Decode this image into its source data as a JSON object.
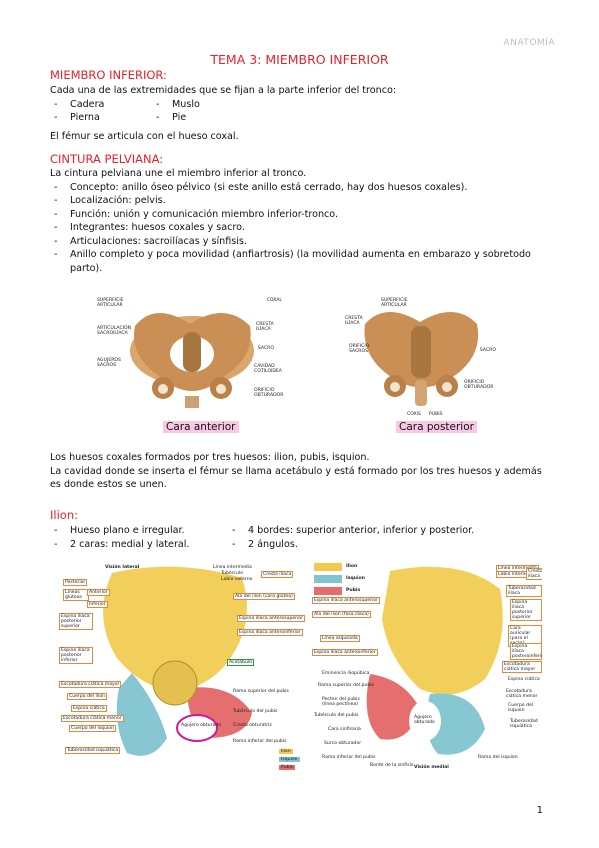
{
  "header": "ANATOMÍA",
  "title": "TEMA 3: MIEMBRO INFERIOR",
  "s1": {
    "heading": "MIEMBRO INFERIOR:",
    "intro": "Cada una de las extremidades que se fijan a la parte inferior del tronco:",
    "parts": [
      "Cadera",
      "Muslo",
      "Pierna",
      "Pie"
    ],
    "femur": "El fémur se articula con el hueso coxal."
  },
  "s2": {
    "heading": "CINTURA PELVIANA:",
    "intro": "La cintura pelviana une el miembro inferior al tronco.",
    "bullets": [
      "Concepto: anillo óseo pélvico (si este anillo está cerrado, hay dos huesos coxales).",
      "Localización: pelvis.",
      "Función: unión y comunicación miembro inferior-tronco.",
      "Integrantes: huesos coxales y sacro.",
      "Articulaciones: sacroilíacas y sínfisis.",
      "Anillo completo y poca movilidad (anfiartrosis) (la movilidad aumenta en embarazo y sobretodo parto)."
    ]
  },
  "fig1": {
    "labels_left": [
      "SUPERFICIE ARTICULAR",
      "ARTICULACIÓN SACROILÍACA",
      "AGUJEROS SACROS"
    ],
    "labels_right": [
      "COXAL",
      "CRESTA ILÍACA",
      "SACRO",
      "CAVIDAD COTILOIDEA",
      "ORIFICIO OBTURADOR"
    ],
    "caption": "Cara anterior"
  },
  "fig2": {
    "labels_left": [
      "SUPERFICIE ARTICULAR",
      "CRESTA ILÍACA",
      "ORIFICIO SACROS"
    ],
    "labels_right": [
      "SACRO",
      "ORIFICIO OBTURADOR",
      "COXIS",
      "PUBIS"
    ],
    "caption": "Cara posterior"
  },
  "para": [
    "Los huesos coxales formados por tres huesos: ilion, pubis, isquion.",
    "La cavidad donde se inserta el fémur se llama acetábulo y está formado por los tres huesos y además es donde estos se unen."
  ],
  "s3": {
    "heading": "Ilion:",
    "col1": [
      "Hueso plano e irregular.",
      "2 caras: medial y lateral."
    ],
    "col2": [
      "4 bordes: superior anterior, inferior y posterior.",
      "2 ángulos."
    ]
  },
  "fig3": {
    "title": "Visión lateral",
    "boxes": [
      "Posterior",
      "Líneas glúteas",
      "Anterior",
      "Inferior",
      "Espina ilíaca posterior superior",
      "Espina ilíaca posterior inferior",
      "Escotadura ciática mayor",
      "Cuerpo del ilion",
      "Espina ciática",
      "Escotadura ciática menor",
      "Cuerpo del isquion",
      "Tuberosidad isquiática",
      "Cresta ilíaca",
      "Ala del ilion (cara glútea)",
      "Espina ilíaca anterosuperior",
      "Espina ilíaca anteroinferior",
      "Acetábulo",
      "Rama superior del pubis",
      "Tubérculo del pubis",
      "Cresta obturatriz",
      "Rama inferior del pubis"
    ],
    "small": [
      "Línea intermedia",
      "Tubérculo",
      "Labio externo",
      "Agujero obturado"
    ],
    "legend": [
      "Ilion",
      "Isquion",
      "Pubis"
    ],
    "colors": {
      "ilion": "#f2c94c",
      "isquion": "#7fc4cf",
      "pubis": "#ea6b6b"
    }
  },
  "fig4": {
    "title": "Visión medial",
    "legend": [
      "Ilion",
      "Isquion",
      "Pubis"
    ],
    "boxes": [
      "Línea intermedia",
      "Labio interno",
      "Cresta ilíaca",
      "Tuberosidad ilíaca",
      "Espina ilíaca posterior superior",
      "Cara auricular (para el sacro)",
      "Espina ilíaca posteroinferior",
      "Escotadura ciática mayor",
      "Espina ciática",
      "Escotadura ciática menor",
      "Cuerpo del isquion",
      "Tuberosidad isquiática",
      "Ala del ilion (fosa ilíaca)",
      "Línea arqueada",
      "Espina ilíaca anterosuperior",
      "Espina ilíaca anteroinferior",
      "Eminencia iliopúbica",
      "Rama superior del pubis",
      "Pecten del pubis (línea pectínea)",
      "Tubérculo del pubis",
      "Cara sinfisaria",
      "Surco obturador",
      "Rama inferior del pubis",
      "Agujero obturado",
      "Rama del isquion",
      "Borde de la sínfisis"
    ]
  },
  "page_number": "1"
}
